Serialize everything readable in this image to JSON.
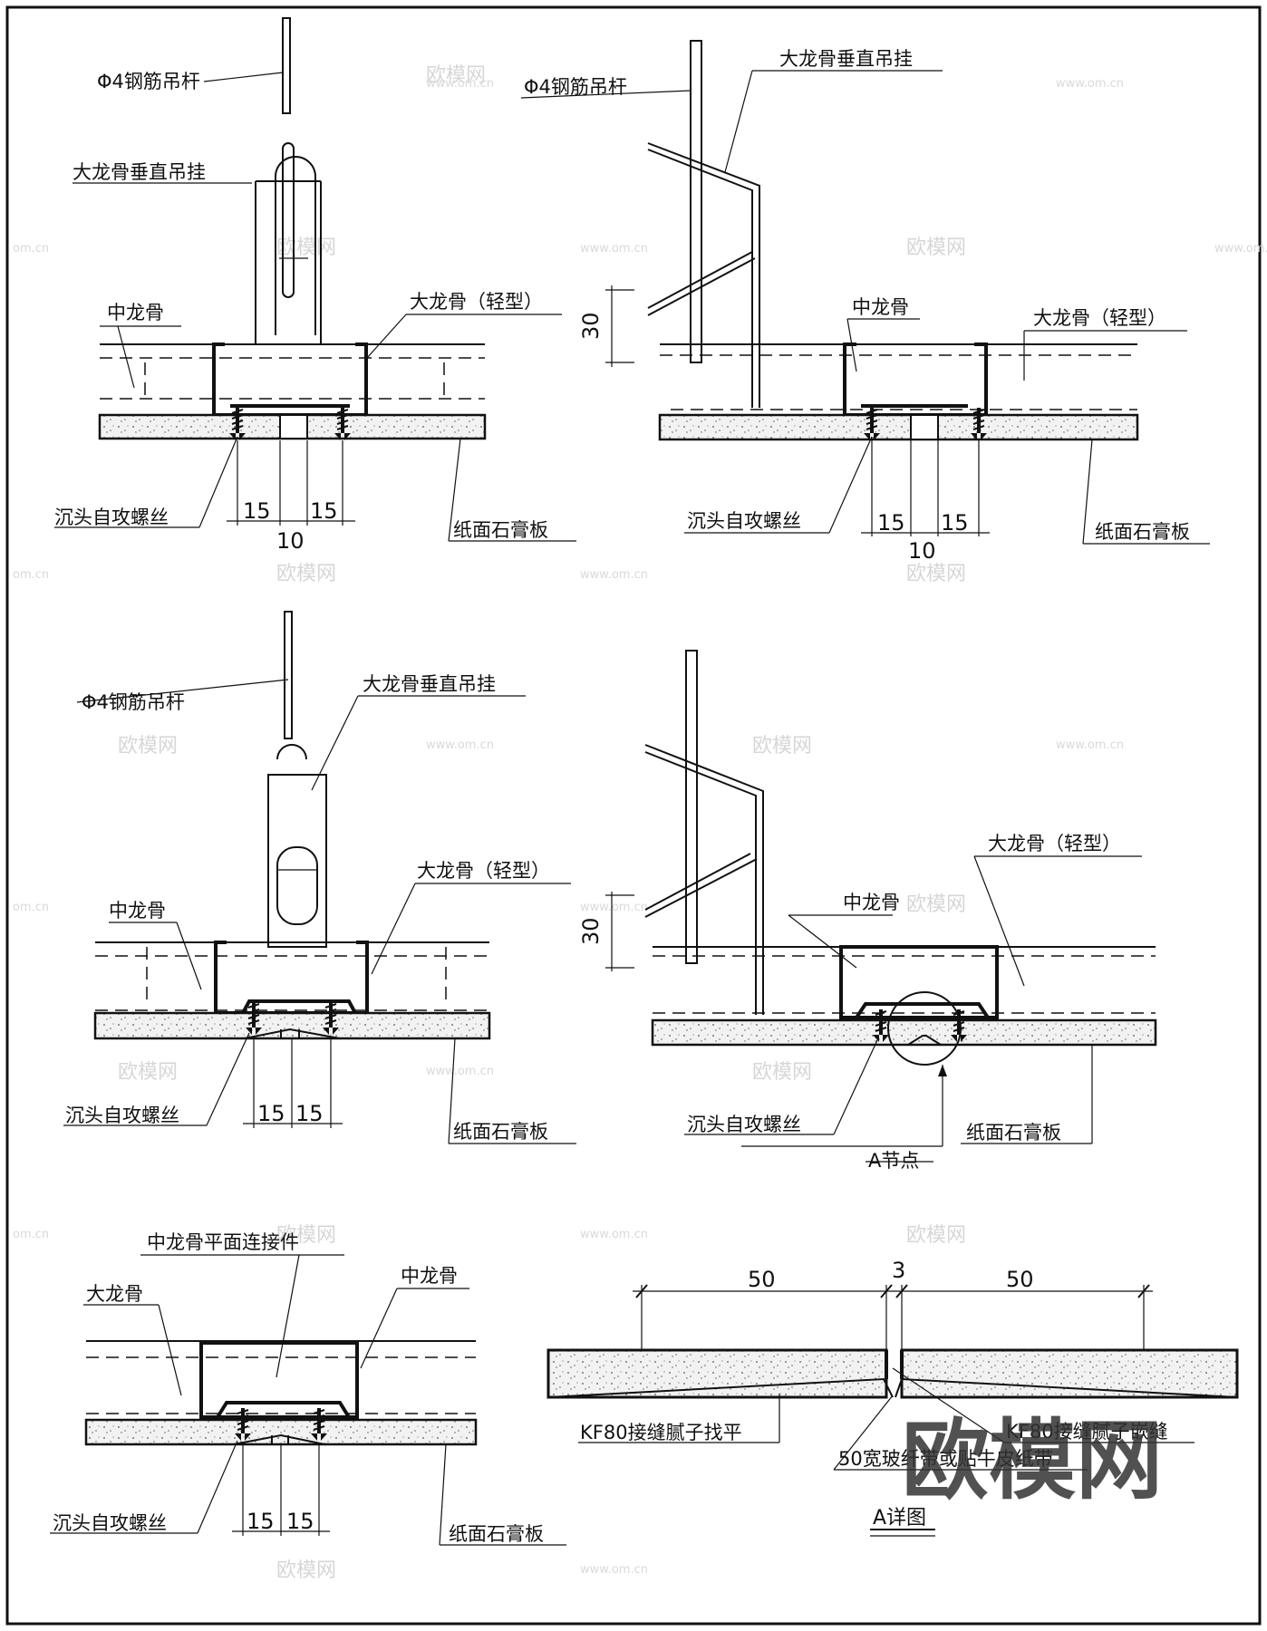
{
  "labels": {
    "rod": "Φ4钢筋吊杆",
    "hanger": "大龙骨垂直吊挂",
    "mid_keel": "中龙骨",
    "main_keel_light": "大龙骨（轻型）",
    "screw": "沉头自攻螺丝",
    "board": "纸面石膏板",
    "main_keel": "大龙骨",
    "connector": "中龙骨平面连接件",
    "node_a": "A节点",
    "putty_level": "KF80接缝腻子找平",
    "putty_fill": "KF80接缝腻子嵌缝",
    "tape": "50宽玻纤带或贴牛皮纸带",
    "detail_title": "A详图"
  },
  "dims": {
    "d15": "15",
    "d10": "10",
    "d30": "30",
    "d50": "50",
    "d3": "3"
  },
  "watermark": {
    "text": "欧模网",
    "site": "www.om.cn",
    "site_short": "om.cn"
  }
}
